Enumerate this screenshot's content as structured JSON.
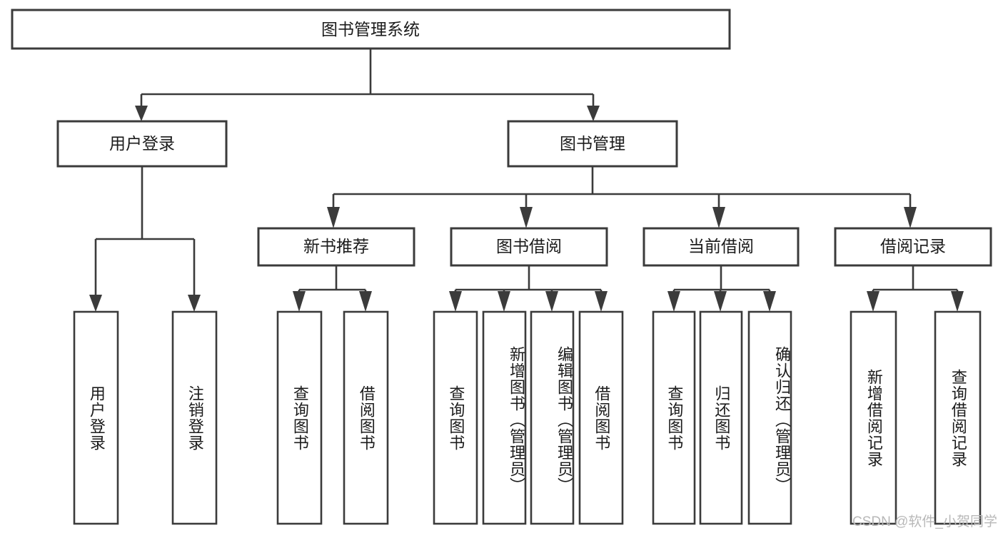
{
  "diagram": {
    "title": "图书管理系统",
    "type": "tree-hierarchy-diagram",
    "colors": {
      "stroke": "#3b3b3b",
      "fill": "#ffffff",
      "text": "#1b1b1b",
      "watermark": "#b8b8b8"
    },
    "root": {
      "label": "图书管理系统"
    },
    "level2": [
      {
        "label": "用户登录"
      },
      {
        "label": "图书管理"
      }
    ],
    "level3": [
      {
        "label": "新书推荐"
      },
      {
        "label": "图书借阅"
      },
      {
        "label": "当前借阅"
      },
      {
        "label": "借阅记录"
      }
    ],
    "leaves": {
      "user_login": [
        {
          "label": "用户登录"
        },
        {
          "label": "注销登录"
        }
      ],
      "new_book": [
        {
          "label": "查询图书"
        },
        {
          "label": "借阅图书"
        }
      ],
      "book_borrow": [
        {
          "label": "查询图书"
        },
        {
          "label": "新增图书（管理员）"
        },
        {
          "label": "编辑图书（管理员）"
        },
        {
          "label": "借阅图书"
        }
      ],
      "current_borrow": [
        {
          "label": "查询图书"
        },
        {
          "label": "归还图书"
        },
        {
          "label": "确认归还（管理员）"
        }
      ],
      "borrow_record": [
        {
          "label": "新增借阅记录"
        },
        {
          "label": "查询借阅记录"
        }
      ]
    }
  },
  "watermark": {
    "text": "CSDN @软件_小贺同学"
  }
}
